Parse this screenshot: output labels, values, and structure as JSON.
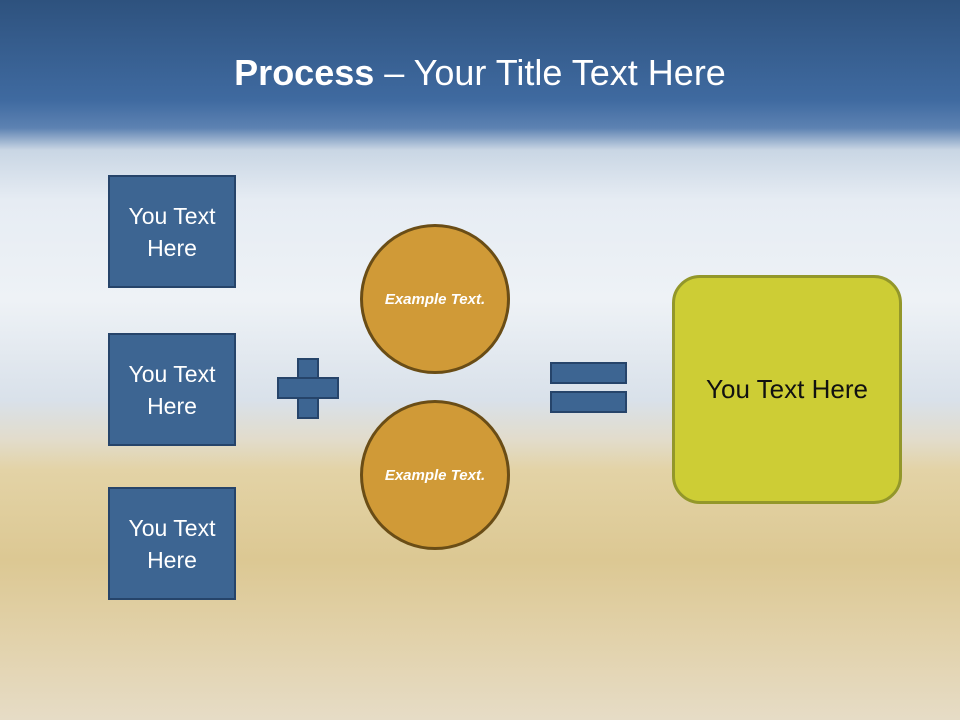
{
  "title": {
    "bold": "Process",
    "rest": " – Your Title Text Here"
  },
  "inputs": [
    {
      "label": "You Text Here"
    },
    {
      "label": "You Text Here"
    },
    {
      "label": "You Text Here"
    }
  ],
  "examples": [
    {
      "label": "Example Text."
    },
    {
      "label": "Example Text."
    }
  ],
  "result": {
    "label": "You Text Here"
  },
  "colors": {
    "box": "#3d6592",
    "circle": "#d09a37",
    "result": "#cdcd35"
  }
}
